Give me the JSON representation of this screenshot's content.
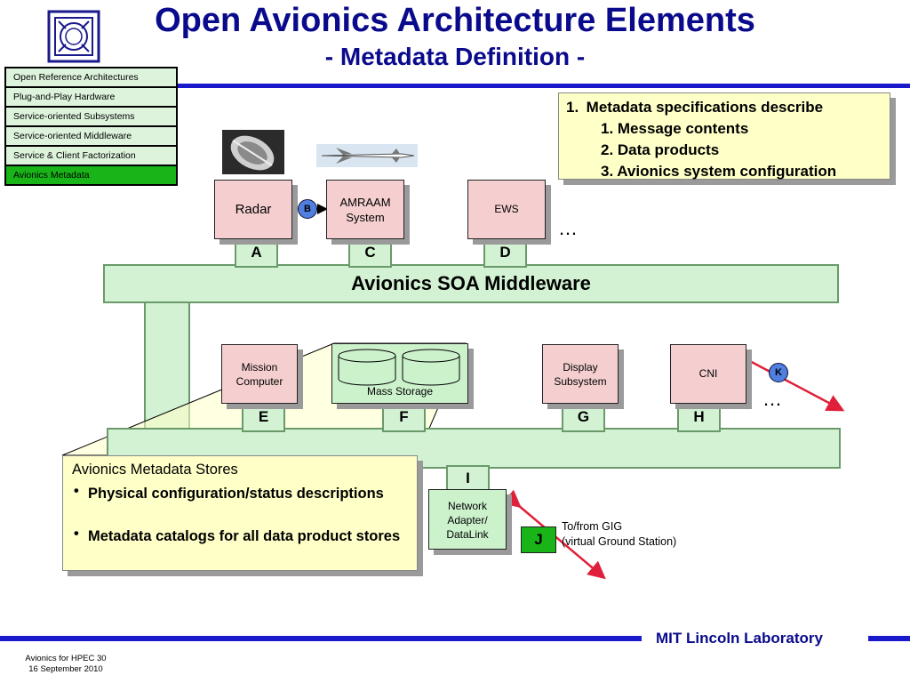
{
  "header": {
    "title": "Open Avionics Architecture Elements",
    "subtitle": "- Metadata Definition -"
  },
  "nav": {
    "items": [
      "Open Reference Architectures",
      "Plug-and-Play Hardware",
      "Service-oriented Subsystems",
      "Service-oriented Middleware",
      "Service & Client Factorization",
      "Avionics Metadata"
    ],
    "active_index": 5
  },
  "callout_top": {
    "line1": "1. Metadata specifications describe",
    "line2": "1. Message contents",
    "line3": "2. Data products",
    "line4": "3. Avionics system configuration"
  },
  "components": {
    "radar": "Radar",
    "amraam": "AMRAAM System",
    "ews": "EWS",
    "mission": "Mission Computer",
    "mass_storage": "Mass Storage",
    "display": "Display Subsystem",
    "cni": "CNI",
    "network": "Network Adapter/ DataLink"
  },
  "connectors": {
    "a": "A",
    "b": "B",
    "c": "C",
    "d": "D",
    "e": "E",
    "f": "F",
    "g": "G",
    "h": "H",
    "i": "I",
    "j": "J",
    "k": "K"
  },
  "middleware": {
    "label": "Avionics SOA Middleware"
  },
  "ellipsis": "…",
  "gig_label": {
    "line1": "To/from GIG",
    "line2": "(virtual Ground Station)"
  },
  "callout_bottom": {
    "heading": "Avionics Metadata Stores",
    "bullet1": "Physical configuration/status descriptions",
    "bullet2": "Metadata catalogs for all data product stores"
  },
  "footer": {
    "org": "MIT Lincoln Laboratory",
    "line1": "Avionics for HPEC  30",
    "line2": "16 September 2010"
  },
  "colors": {
    "title_blue": "#0a0a8c",
    "rule_blue": "#1a1acc",
    "nav_active": "#18b418",
    "component_pink": "#f5cfd0",
    "middleware_green": "#d3f2d3",
    "callout_yellow": "#ffffc8",
    "badge_blue": "#4f7fe0",
    "link_red": "#e0203a"
  }
}
